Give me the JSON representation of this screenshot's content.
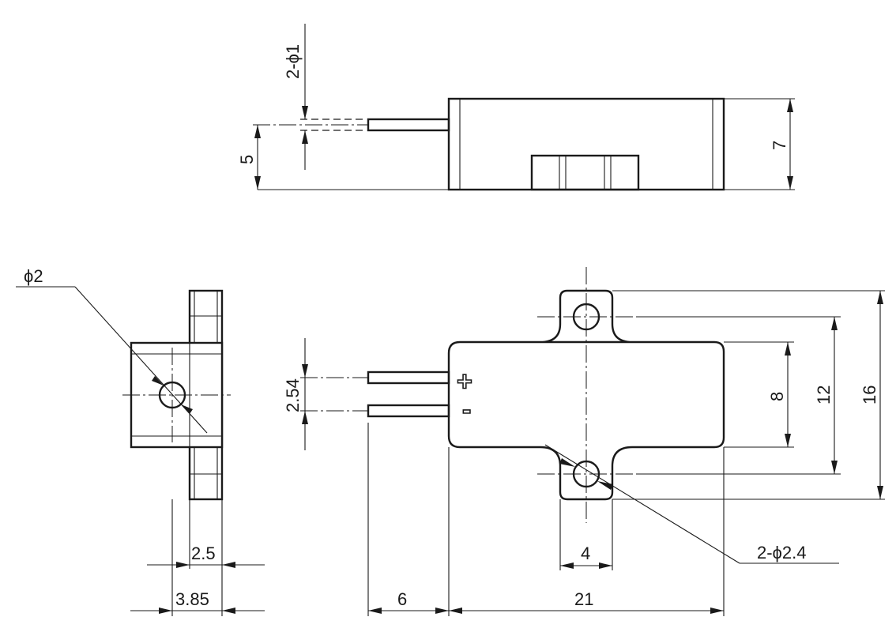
{
  "dimensions": {
    "pin_dia_top": "2-ϕ1",
    "pin_height": "5",
    "body_height": "7",
    "hole_dia_side": "ϕ2",
    "flange_thickness": "2.5",
    "side_depth": "3.85",
    "pin_pitch": "2.54",
    "body_width": "8",
    "hole_spacing": "12",
    "overall_width": "16",
    "pin_length": "6",
    "body_length": "21",
    "tab_width": "4",
    "hole_dia_front": "2-ϕ2.4"
  },
  "polarity": {
    "positive": "+",
    "negative": "-"
  }
}
